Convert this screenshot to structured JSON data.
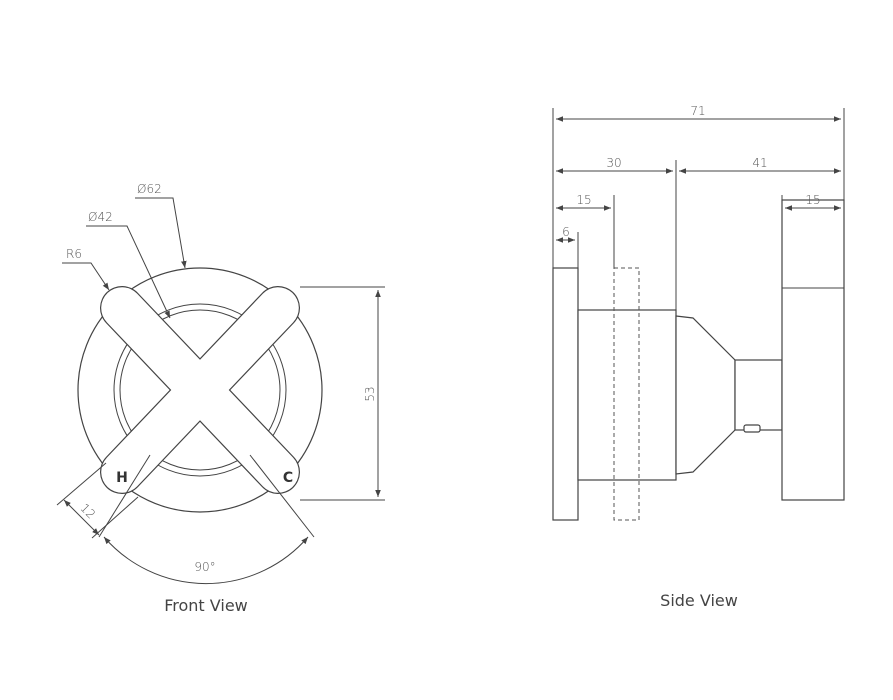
{
  "front": {
    "title": "Front View",
    "dims": {
      "outer_diameter": "Ø62",
      "inner_diameter": "Ø42",
      "radius": "R6",
      "height": "53",
      "arm_width": "12",
      "angle": "90°"
    },
    "labels": {
      "hot": "H",
      "cold": "C"
    }
  },
  "side": {
    "title": "Side View",
    "dims": {
      "overall": "71",
      "left_section": "30",
      "right_section": "41",
      "plate_offset": "15",
      "handle_depth": "15",
      "plate_thickness": "6"
    }
  }
}
